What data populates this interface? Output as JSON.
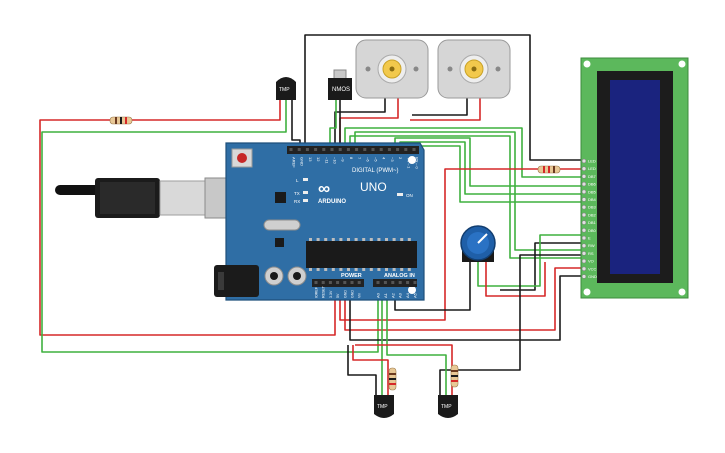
{
  "board": {
    "brand": "ARDUINO",
    "model": "UNO",
    "digital_label": "DIGITAL (PWM~)",
    "power_label": "POWER",
    "analog_label": "ANALOG IN",
    "on_label": "ON",
    "tx_label": "TX",
    "rx_label": "RX",
    "l_label": "L",
    "digital_pins": [
      "AREF",
      "GND",
      "13",
      "12",
      "~11",
      "~10",
      "~9",
      "8",
      "7",
      "~6",
      "~5",
      "4",
      "~3",
      "2",
      "TX→1",
      "RX←0"
    ],
    "power_pins": [
      "IOREF",
      "RESET",
      "3.3V",
      "5V",
      "GND",
      "GND",
      "Vin"
    ],
    "analog_pins": [
      "A0",
      "A1",
      "A2",
      "A3",
      "A4",
      "A5"
    ]
  },
  "parts": {
    "transistor_label": "NMOS",
    "temp_sensor_label": "TMP"
  },
  "lcd": {
    "pins": [
      "LED",
      "LED",
      "DB7",
      "DB6",
      "DB5",
      "DB4",
      "DB3",
      "DB2",
      "DB1",
      "DB0",
      "E",
      "RW",
      "RS",
      "VO",
      "VCC",
      "GND"
    ]
  },
  "colors": {
    "board": "#2f6ea5",
    "board_dark": "#1f4f7a",
    "wire_red": "#d62828",
    "wire_green": "#3fb03f",
    "wire_black": "#1a1a1a",
    "lcd_pcb": "#5cb85c",
    "lcd_screen": "#1a237e",
    "pot_knob": "#1f5fa8"
  }
}
